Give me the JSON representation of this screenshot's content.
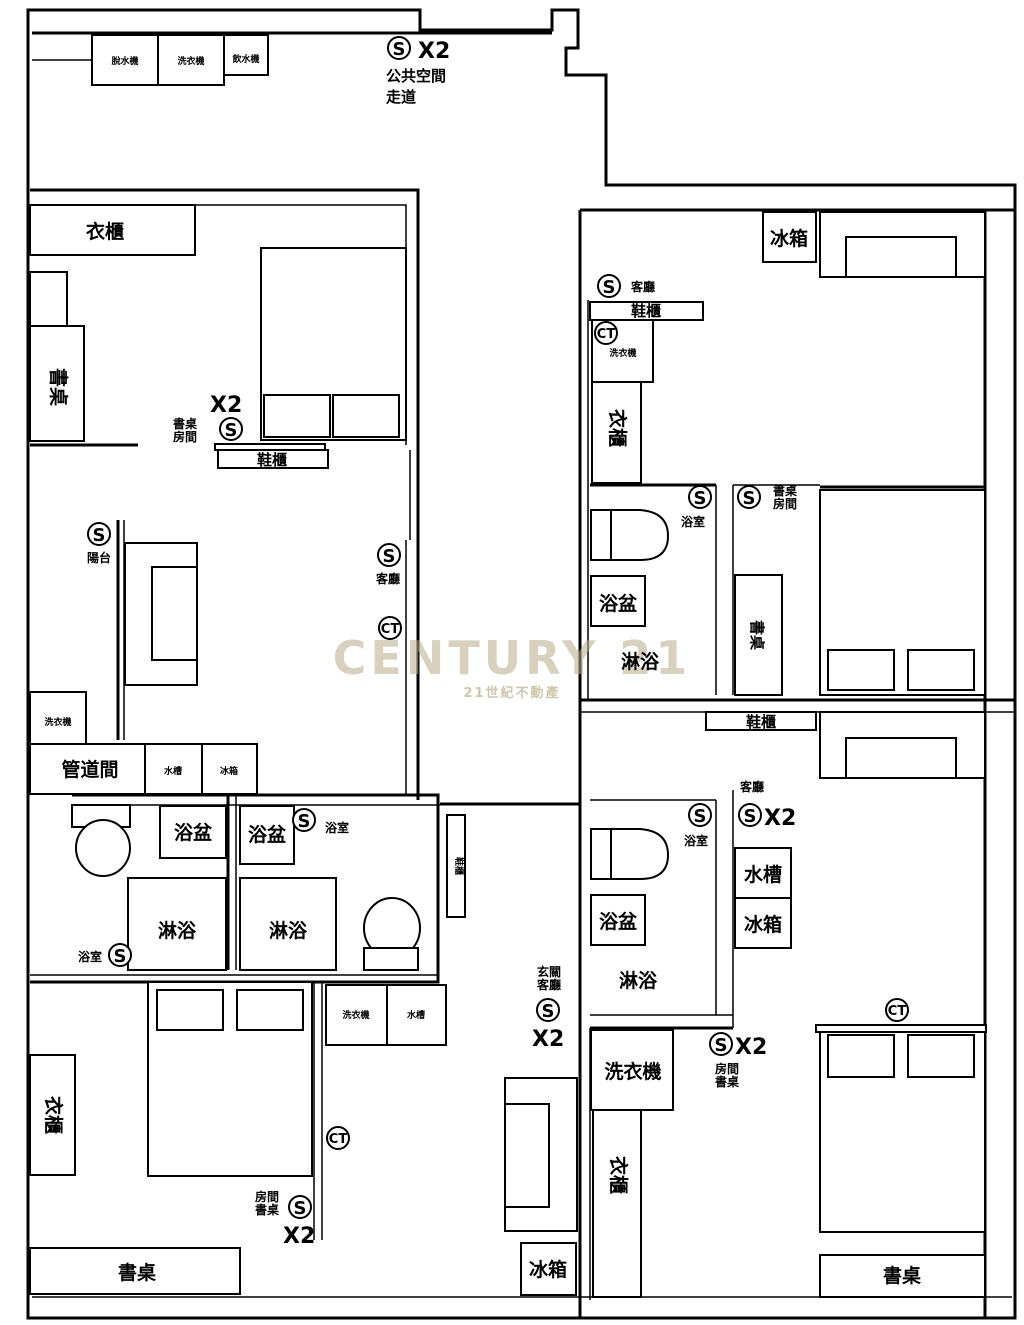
{
  "labels": {
    "public_s_count": "X2",
    "public_space": "公共空間",
    "corridor": "走道",
    "dryer": "脫水機",
    "washer": "洗衣機",
    "water_dispenser": "飲水機",
    "wardrobe": "衣櫃",
    "desk": "書桌",
    "desk_room": "書桌\n房間",
    "shoe_cabinet": "鞋櫃",
    "balcony": "陽台",
    "living_room": "客廳",
    "pipe_shaft": "管道間",
    "water_tank": "水槽",
    "ice_box": "冰箱",
    "bathtub": "浴盆",
    "bathroom": "浴室",
    "shower": "淋浴",
    "entry_living": "玄關\n客廳",
    "room_desk": "房間\n書桌",
    "x2": "X2",
    "s_symbol": "S",
    "ct_symbol": "CT"
  },
  "watermark": {
    "brand": "CENTURY 21",
    "subtitle": "21世紀不動產"
  }
}
